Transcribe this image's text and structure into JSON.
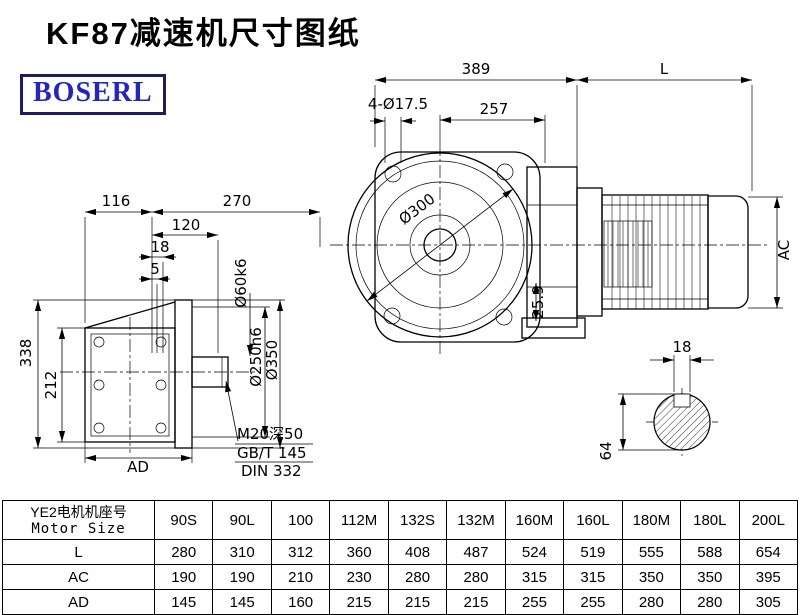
{
  "page": {
    "title": "KF87减速机尺寸图纸",
    "logo": "BOSERL"
  },
  "drawing": {
    "dims": {
      "overall": "389",
      "motor_length": "L",
      "flange_holes": "4-Ø17.5",
      "d257": "257",
      "flange_circle": "Ø300",
      "d116": "116",
      "d270": "270",
      "d120": "120",
      "d18": "18",
      "d5": "5",
      "shaft_dia": "Ø60k6",
      "spigot_dia": "Ø250h6",
      "flange_dia": "Ø350",
      "d338": "338",
      "d212": "212",
      "ad": "AD",
      "d25_9": "25.9",
      "ac": "AC",
      "key_width": "18",
      "shaft_end_dia": "64",
      "tap_hole": "M20深50",
      "gb_std": "GB/T 145",
      "din_std": "DIN 332"
    }
  },
  "table": {
    "header_cn": "YE2电机机座号",
    "header_en": "Motor Size",
    "columns": [
      "90S",
      "90L",
      "100",
      "112M",
      "132S",
      "132M",
      "160M",
      "160L",
      "180M",
      "180L",
      "200L"
    ],
    "rows": [
      {
        "label": "L",
        "values": [
          280,
          310,
          312,
          360,
          408,
          487,
          524,
          519,
          555,
          588,
          654
        ]
      },
      {
        "label": "AC",
        "values": [
          190,
          190,
          210,
          230,
          280,
          280,
          315,
          315,
          350,
          350,
          395
        ]
      },
      {
        "label": "AD",
        "values": [
          145,
          145,
          160,
          215,
          215,
          215,
          255,
          255,
          280,
          280,
          305
        ]
      }
    ]
  }
}
